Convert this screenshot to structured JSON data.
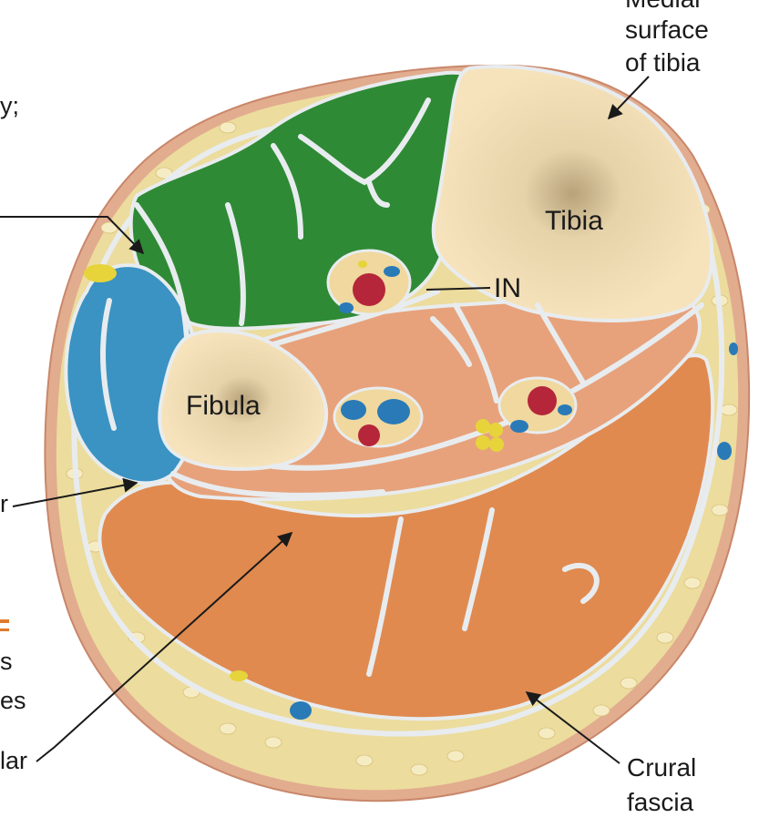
{
  "labels": {
    "medial_surface_1": "Medial",
    "medial_surface_2": "surface",
    "medial_surface_3": "of tibia",
    "tibia": "Tibia",
    "fibula": "Fibula",
    "in": "IN",
    "crural_1": "Crural",
    "crural_2": "fascia",
    "cut_top": "y;",
    "cut_mid": "r",
    "cut_low_1": "s",
    "cut_low_2": "es",
    "cut_bottom": "lar"
  },
  "colors": {
    "skin": "#e2ac8f",
    "fat": "#ecdc9d",
    "bone": "#f6e3bb",
    "anterior_compartment": "#2f8a35",
    "lateral_compartment": "#3a93c2",
    "posterior_compartment": "#e08a50",
    "deep_posterior": "#e7a27b",
    "fascia": "#e8ecef",
    "artery": "#b5263a",
    "vein": "#2a7ab8",
    "nerve": "#e6d43a",
    "orange_cut_mark": "#e07a2c"
  },
  "icons": [
    "arrow-head-icon"
  ]
}
